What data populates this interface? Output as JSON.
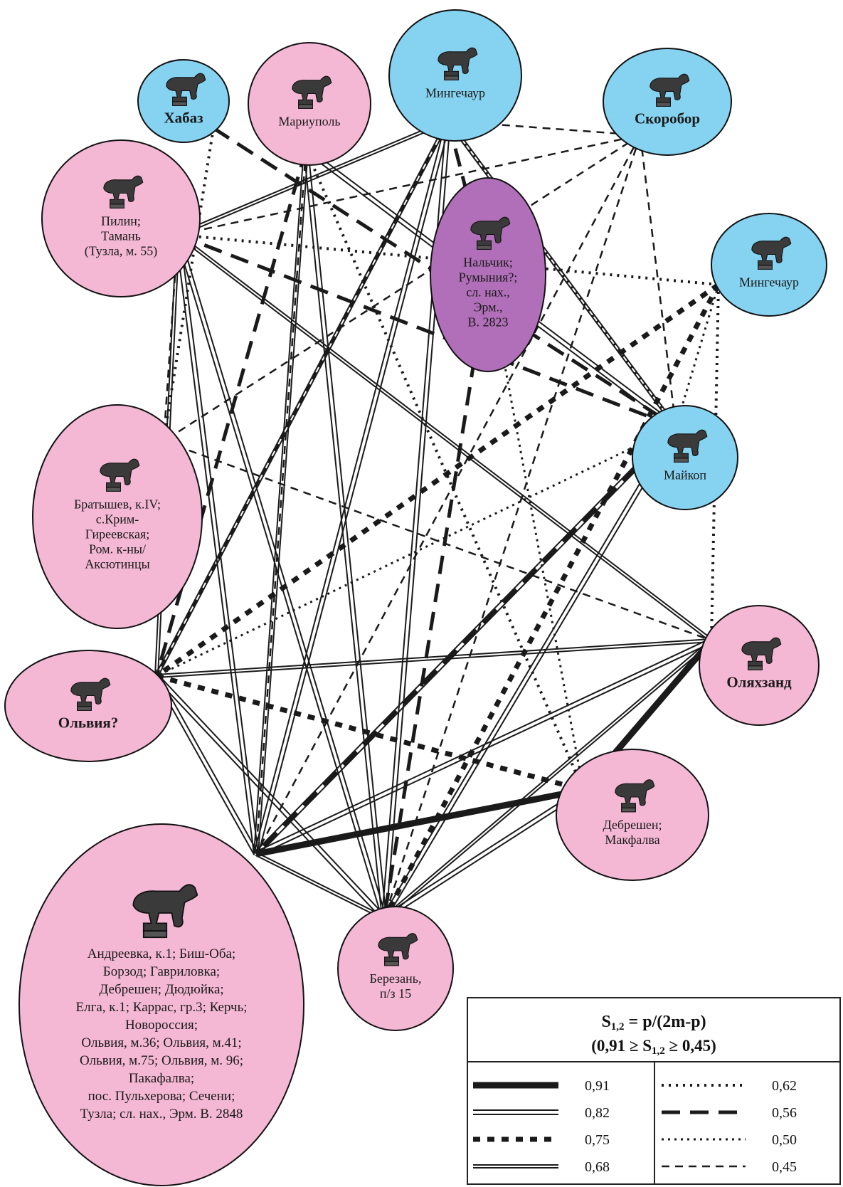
{
  "colors": {
    "pink": "#f4b8d4",
    "blue": "#86d3f1",
    "purple": "#b06fb8",
    "stroke": "#1a1a1a"
  },
  "nodes": [
    {
      "id": "habaz",
      "color": "blue",
      "bold": true,
      "icon": "animal-figurine-icon",
      "lines": [
        "Хабаз"
      ]
    },
    {
      "id": "mariupol",
      "color": "pink",
      "bold": false,
      "icon": "animal-figurine-icon",
      "lines": [
        "Мариуполь"
      ]
    },
    {
      "id": "mingechaur1",
      "color": "blue",
      "bold": false,
      "icon": "animal-figurine-icon",
      "lines": [
        "Мингечаур"
      ]
    },
    {
      "id": "skorobor",
      "color": "blue",
      "bold": true,
      "icon": "animal-figurine-icon",
      "lines": [
        "Скоробор"
      ]
    },
    {
      "id": "pilin",
      "color": "pink",
      "bold": false,
      "icon": "animal-figurine-icon",
      "lines": [
        "Пилин;",
        "Тамань",
        "(Тузла, м. 55)"
      ]
    },
    {
      "id": "nalchik",
      "color": "purple",
      "bold": false,
      "icon": "animal-figurine-icon",
      "lines": [
        "Нальчик;",
        "Румыния?;",
        "сл. нах.,",
        "Эрм.,",
        "В. 2823"
      ]
    },
    {
      "id": "mingechaur2",
      "color": "blue",
      "bold": false,
      "icon": "animal-figurine-icon",
      "lines": [
        "Мингечаур"
      ]
    },
    {
      "id": "maikop",
      "color": "blue",
      "bold": false,
      "icon": "animal-figurine-icon",
      "lines": [
        "Майкоп"
      ]
    },
    {
      "id": "bratyshev",
      "color": "pink",
      "bold": false,
      "icon": "animal-figurine-icon",
      "lines": [
        "Братышев, к.IV;",
        "с.Крим-",
        "Гиреевская;",
        "Ром. к-ны/",
        "Аксютинцы"
      ]
    },
    {
      "id": "olyakhzand",
      "color": "pink",
      "bold": true,
      "icon": "animal-figurine-icon",
      "lines": [
        "Оляхзанд"
      ]
    },
    {
      "id": "olvia",
      "color": "pink",
      "bold": true,
      "icon": "animal-figurine-icon",
      "lines": [
        "Ольвия?"
      ]
    },
    {
      "id": "debreshen",
      "color": "pink",
      "bold": false,
      "icon": "animal-figurine-icon",
      "lines": [
        "Дебрешен;",
        "Макфалва"
      ]
    },
    {
      "id": "andreevka",
      "color": "pink",
      "bold": false,
      "icon": "animal-figurine-icon",
      "lines": [
        "Андреевка, к.1; Биш-Оба;",
        "Борзод; Гавриловка;",
        "Дебрешен; Дюдюйка;",
        "Елга, к.1; Каррас, гр.3; Керчь;",
        "Новороссия;",
        "Ольвия, м.36; Ольвия, м.41;",
        "Ольвия, м.75; Ольвия, м. 96;",
        "Пакафалва;",
        "пос. Пульхерова; Сечени;",
        "Тузла; сл. нах., Эрм. В. 2848"
      ]
    },
    {
      "id": "berezan",
      "color": "pink",
      "bold": false,
      "icon": "animal-figurine-icon",
      "lines": [
        "Березань,",
        "п/з 15"
      ]
    }
  ],
  "edges": [
    {
      "a": "debreshen",
      "b": "andreevka",
      "s": "0.91"
    },
    {
      "a": "olyakhzand",
      "b": "debreshen",
      "s": "0.91"
    },
    {
      "a": "pilin",
      "b": "andreevka",
      "s": "0.82"
    },
    {
      "a": "pilin",
      "b": "berezan",
      "s": "0.82"
    },
    {
      "a": "mariupol",
      "b": "andreevka",
      "s": "0.82"
    },
    {
      "a": "mariupol",
      "b": "berezan",
      "s": "0.82"
    },
    {
      "a": "mingechaur1",
      "b": "andreevka",
      "s": "0.82"
    },
    {
      "a": "mingechaur1",
      "b": "berezan",
      "s": "0.82"
    },
    {
      "a": "olyakhzand",
      "b": "andreevka",
      "s": "0.82"
    },
    {
      "a": "olvia",
      "b": "andreevka",
      "s": "0.82"
    },
    {
      "a": "olvia",
      "b": "berezan",
      "s": "0.82"
    },
    {
      "a": "maikop",
      "b": "berezan",
      "s": "0.82"
    },
    {
      "a": "debreshen",
      "b": "berezan",
      "s": "0.82"
    },
    {
      "a": "maikop",
      "b": "andreevka",
      "s": "0.82"
    },
    {
      "a": "mariupol",
      "b": "maikop",
      "s": "0.82"
    },
    {
      "a": "olvia",
      "b": "debreshen",
      "s": "0.75"
    },
    {
      "a": "mingechaur2",
      "b": "olvia",
      "s": "0.75"
    },
    {
      "a": "mingechaur2",
      "b": "berezan",
      "s": "0.75"
    },
    {
      "a": "mingechaur2",
      "b": "olyakhzand",
      "s": "0.62"
    },
    {
      "a": "pilin",
      "b": "olyakhzand",
      "s": "0.68"
    },
    {
      "a": "olvia",
      "b": "olyakhzand",
      "s": "0.68"
    },
    {
      "a": "pilin",
      "b": "olvia",
      "s": "0.68"
    },
    {
      "a": "andreevka",
      "b": "berezan",
      "s": "0.68"
    },
    {
      "a": "mingechaur1",
      "b": "olvia",
      "s": "0.68"
    },
    {
      "a": "mingechaur1",
      "b": "maikop",
      "s": "0.68"
    },
    {
      "a": "olyakhzand",
      "b": "berezan",
      "s": "0.68"
    },
    {
      "a": "pilin",
      "b": "mingechaur1",
      "s": "0.68"
    },
    {
      "a": "habaz",
      "b": "maikop",
      "s": "0.56"
    },
    {
      "a": "mingechaur1",
      "b": "nalchik",
      "s": "0.56"
    },
    {
      "a": "mariupol",
      "b": "olvia",
      "s": "0.56"
    },
    {
      "a": "pilin",
      "b": "maikop",
      "s": "0.56"
    },
    {
      "a": "nalchik",
      "b": "berezan",
      "s": "0.56"
    },
    {
      "a": "maikop",
      "b": "andreevka",
      "s": "0.56"
    },
    {
      "a": "pilin",
      "b": "mingechaur2",
      "s": "0.62"
    },
    {
      "a": "habaz",
      "b": "bratyshev",
      "s": "0.62"
    },
    {
      "a": "mariupol",
      "b": "debreshen",
      "s": "0.62"
    },
    {
      "a": "mingechaur1",
      "b": "maikop",
      "s": "0.62"
    },
    {
      "a": "maikop",
      "b": "olvia",
      "s": "0.50"
    },
    {
      "a": "mingechaur2",
      "b": "maikop",
      "s": "0.50"
    },
    {
      "a": "nalchik",
      "b": "debreshen",
      "s": "0.50"
    },
    {
      "a": "mingechaur1",
      "b": "skorobor",
      "s": "0.45"
    },
    {
      "a": "pilin",
      "b": "skorobor",
      "s": "0.45"
    },
    {
      "a": "skorobor",
      "b": "bratyshev",
      "s": "0.45"
    },
    {
      "a": "skorobor",
      "b": "andreevka",
      "s": "0.45"
    },
    {
      "a": "skorobor",
      "b": "berezan",
      "s": "0.45"
    },
    {
      "a": "bratyshev",
      "b": "olyakhzand",
      "s": "0.45"
    },
    {
      "a": "mingechaur1",
      "b": "olvia",
      "s": "0.45"
    },
    {
      "a": "pilin",
      "b": "bratyshev",
      "s": "0.45"
    },
    {
      "a": "mariupol",
      "b": "andreevka",
      "s": "0.45"
    },
    {
      "a": "skorobor",
      "b": "maikop",
      "s": "0.45"
    }
  ],
  "legend": {
    "formula": "S",
    "formula_sub": "1,2",
    "formula_rest": " = p/(2m-p)",
    "range_open": "(0,91 ≥ S",
    "range_sub1": "1,2",
    "range_mid": " ≥ 0,45)",
    "items": [
      {
        "style": "0.91",
        "label": "0,91"
      },
      {
        "style": "0.82",
        "label": "0,82"
      },
      {
        "style": "0.75",
        "label": "0,75"
      },
      {
        "style": "0.68",
        "label": "0,68"
      },
      {
        "style": "0.62",
        "label": "0,62"
      },
      {
        "style": "0.56",
        "label": "0,56"
      },
      {
        "style": "0.50",
        "label": "0,50"
      },
      {
        "style": "0.45",
        "label": "0,45"
      }
    ]
  }
}
